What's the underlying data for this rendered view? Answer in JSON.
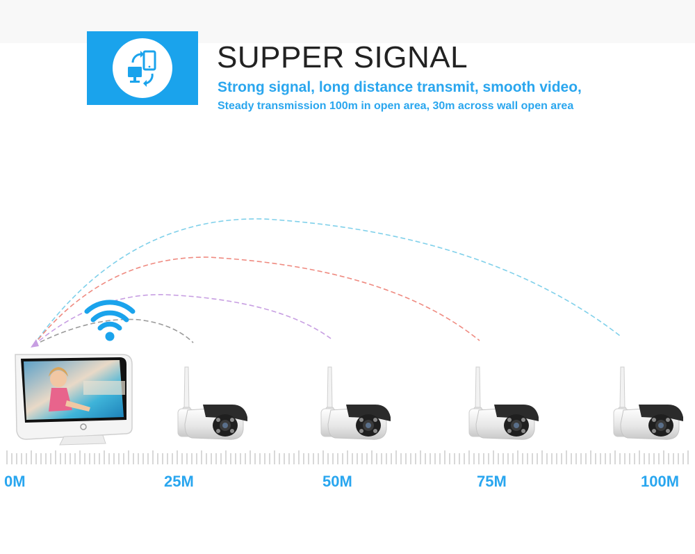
{
  "header": {
    "title": "SUPPER SIGNAL",
    "subtitle_line1": "Strong signal, long distance transmit, smooth video,",
    "subtitle_line2": "Steady transmission 100m in open area, 30m across wall open area",
    "icon": "devices-sync-icon"
  },
  "colors": {
    "accent": "#1aa3ec",
    "text_blue": "#2aa6ee",
    "arc_cyan": "#7fd0ea",
    "arc_red": "#ef8a80",
    "arc_purple": "#c79ee2",
    "arc_gray": "#9a9a9a"
  },
  "scene": {
    "monitor_icon": "monitor-icon",
    "wifi_icon": "wifi-icon",
    "camera_icon": "camera-icon"
  },
  "distance_labels": [
    "0M",
    "25M",
    "50M",
    "75M",
    "100M"
  ]
}
